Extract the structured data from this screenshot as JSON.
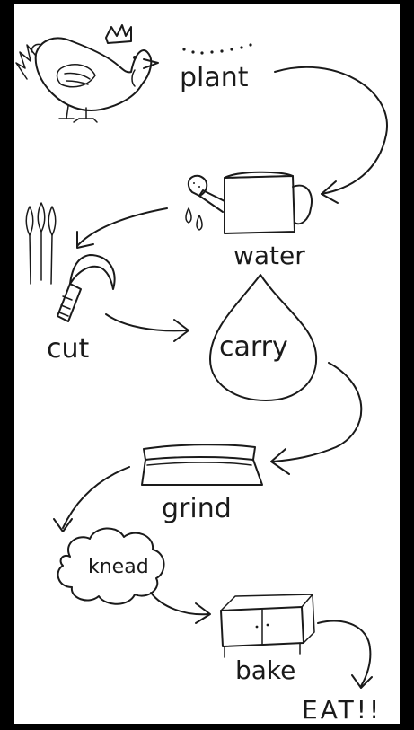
{
  "labels": {
    "plant": "plant",
    "water": "water",
    "cut": "cut",
    "carry": "carry",
    "grind": "grind",
    "knead": "knead",
    "bake": "bake",
    "eat": "EAT!!"
  },
  "colors": {
    "ink": "#1a1a1a",
    "border": "#000000",
    "paper": "#ffffff"
  }
}
